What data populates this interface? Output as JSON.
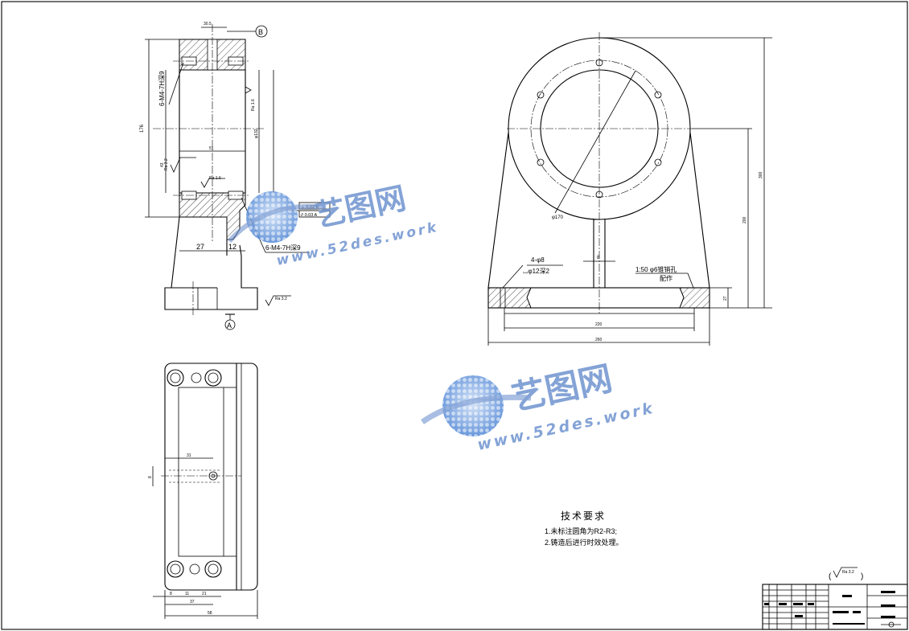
{
  "drawing": {
    "view_label_a": "A",
    "view_label_b": "B",
    "thread_note_top": "6-M4-7H深9",
    "thread_note_bottom": "6-M4-7H深9",
    "dim_27": "27",
    "dim_12": "12",
    "dim_176": "176",
    "dim_bore": "φ132",
    "dim_51": "51",
    "dim_top_width": "30.5",
    "dim_small_left": "43",
    "rough_left": "Ra 3.2",
    "rough_mid": "Ra 1.6",
    "rough_right": "Ra 1.6",
    "rough_base": "Ra 3.2",
    "tol_perp": "⊥ 0.02 B",
    "tol_par": "// 0.03 A",
    "holes_note": "4-φ8",
    "counterbore_note": "⌴φ12深2",
    "pin_note": "1:50 φ6锥销孔",
    "pin_note2": "配作",
    "dim_phi170": "φ170",
    "dim_8": "8",
    "dim_width_inner": "220",
    "dim_width_outer": "260",
    "dim_height_total": "300",
    "dim_height_center": "200",
    "dim_base_h": "27",
    "dim_plan_31": "31",
    "dim_plan_8": "8",
    "dim_plan_11": "11",
    "dim_plan_21": "21",
    "dim_plan_37": "37",
    "dim_plan_58": "58",
    "dim_plan_v": "8"
  },
  "tech_requirements": {
    "title": "技术要求",
    "items": [
      "1.未标注圆角为R2-R3;",
      "2.铸造后进行时效处理。"
    ]
  },
  "roughness_general": "Ra 3.2",
  "watermarks": [
    {
      "brand": "艺图网",
      "url": "www.52des.work"
    },
    {
      "brand": "艺图网",
      "url": "www.52des.work"
    }
  ],
  "colors": {
    "watermark": "#6f93cf",
    "line": "#000000"
  }
}
